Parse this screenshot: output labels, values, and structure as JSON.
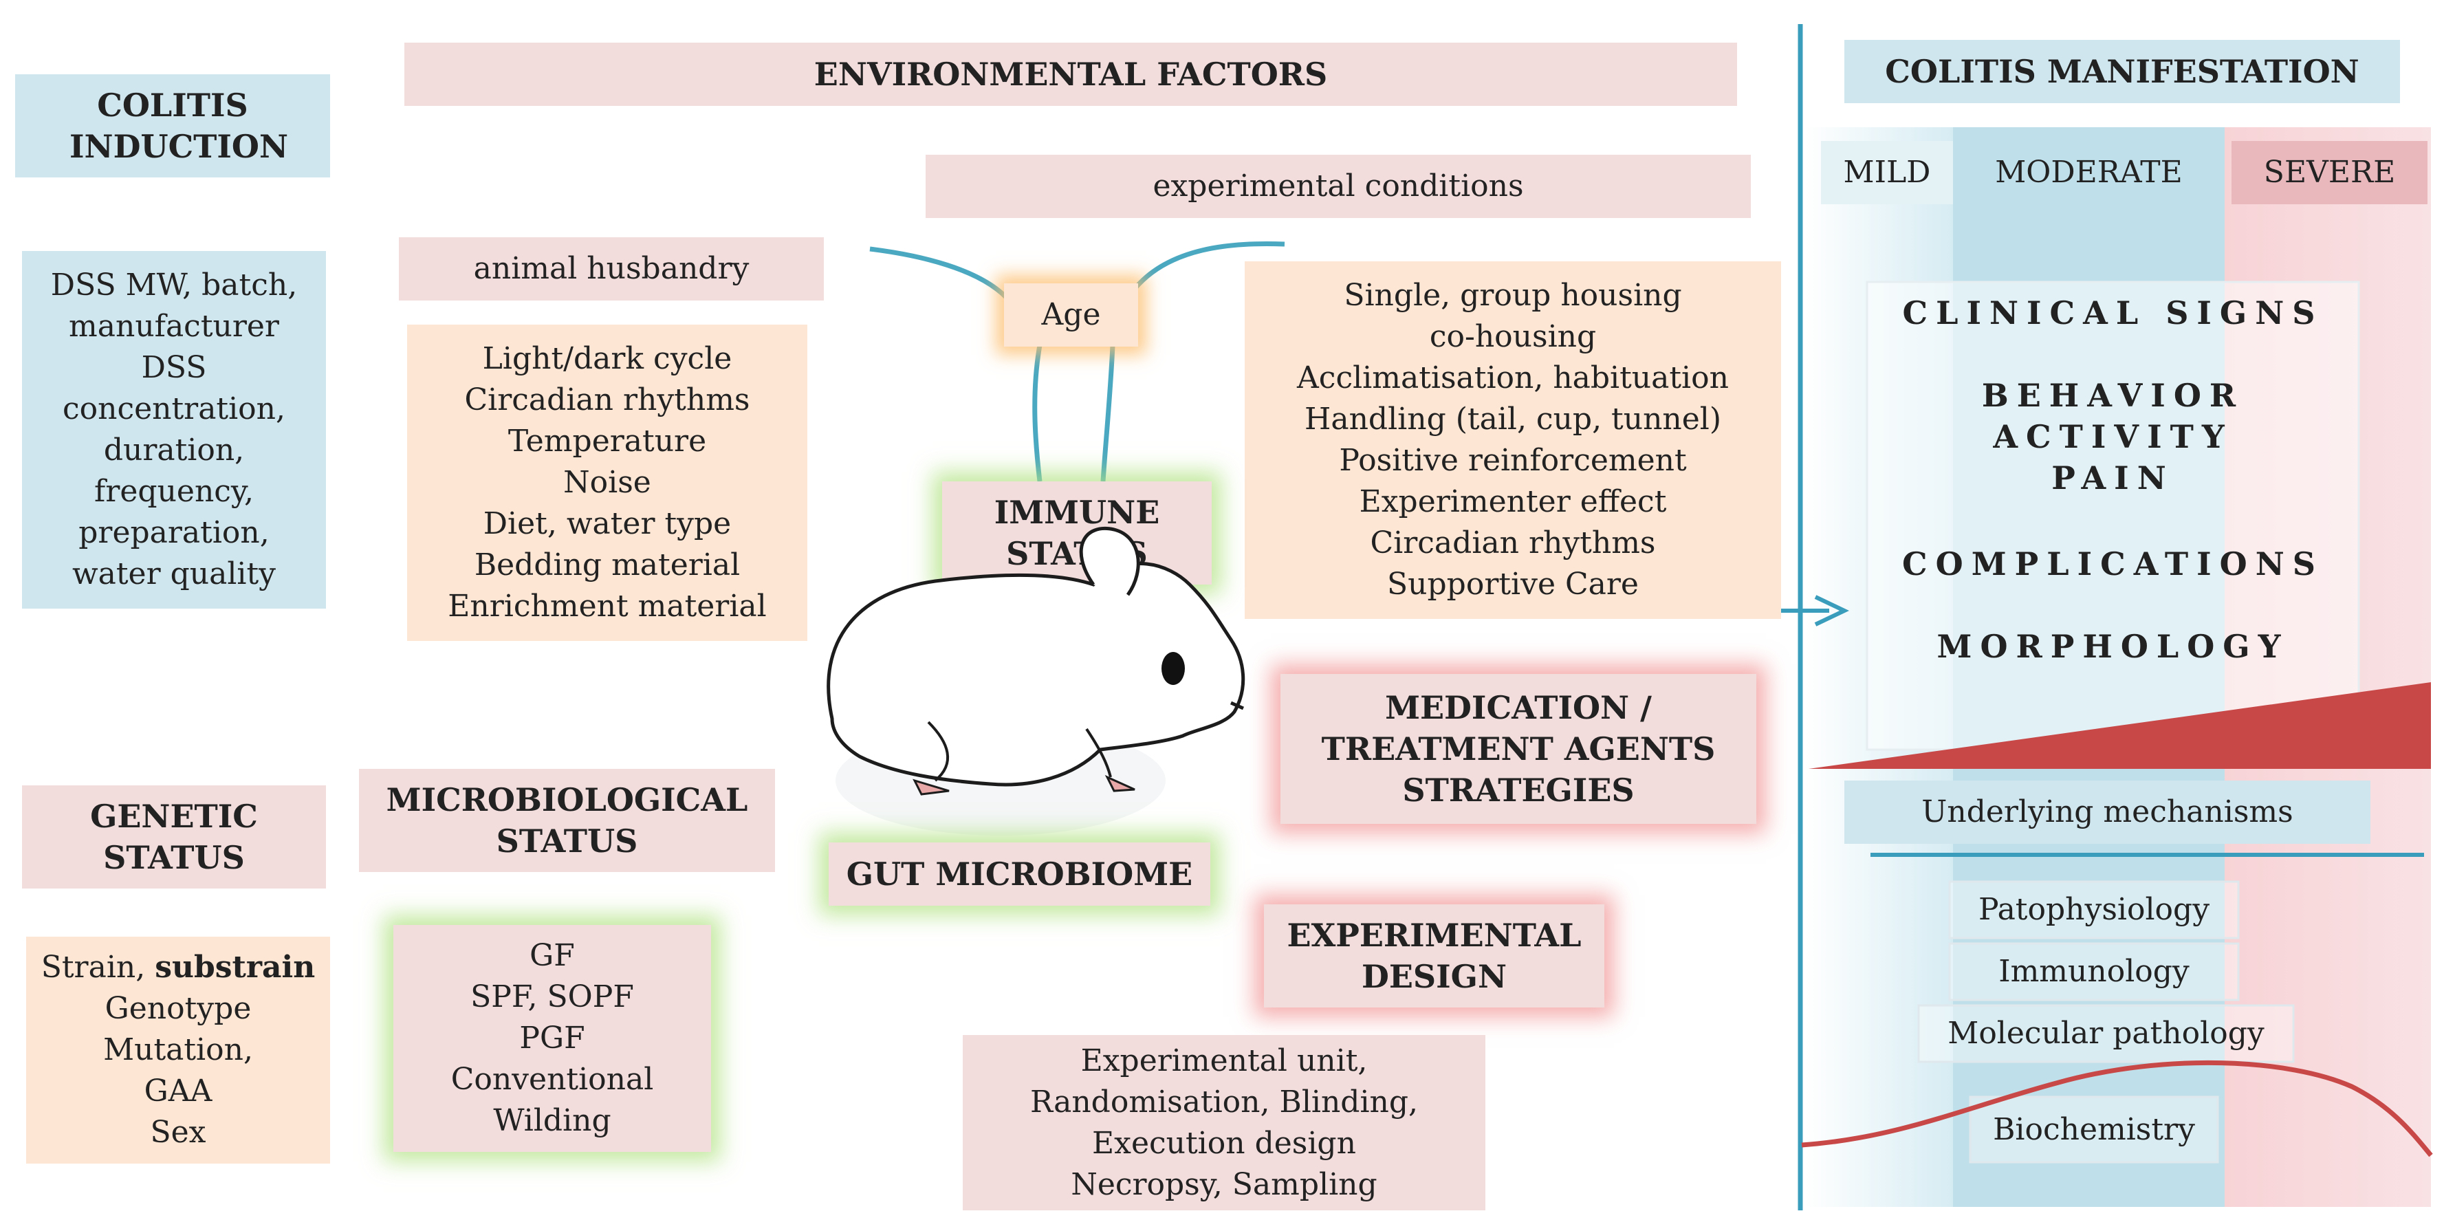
{
  "colitis_induction": {
    "title": "COLITIS INDUCTION",
    "items": [
      "DSS MW, batch,",
      "manufacturer",
      "DSS",
      "concentration,",
      "duration,",
      "frequency,",
      "preparation,",
      "water quality"
    ]
  },
  "environmental_factors": {
    "title": "ENVIRONMENTAL FACTORS"
  },
  "experimental_conditions": {
    "title": "experimental conditions",
    "items": [
      "Single, group housing",
      "co-housing",
      "Acclimatisation, habituation",
      "Handling (tail, cup, tunnel)",
      "Positive reinforcement",
      "Experimenter effect",
      "Circadian rhythms",
      "Supportive Care"
    ]
  },
  "animal_husbandry": {
    "title": "animal husbandry",
    "items": [
      "Light/dark cycle",
      "Circadian rhythms",
      "Temperature",
      "Noise",
      "Diet, water type",
      "Bedding material",
      "Enrichment material"
    ]
  },
  "age": {
    "label": "Age"
  },
  "immune_status": {
    "line1": "IMMUNE",
    "line2": "STATUS"
  },
  "gut_microbiome": {
    "label": "GUT MICROBIOME"
  },
  "medication": {
    "line1": "MEDICATION /",
    "line2": "TREATMENT AGENTS",
    "line3": "STRATEGIES"
  },
  "experimental_design": {
    "line1": "EXPERIMENTAL",
    "line2": "DESIGN",
    "items": [
      "Experimental unit,",
      "Randomisation, Blinding,",
      "Execution design",
      "Necropsy, Sampling"
    ]
  },
  "genetic_status": {
    "line1": "GENETIC",
    "line2": "STATUS",
    "strain_prefix": "Strain, ",
    "strain_bold": "substrain",
    "items": [
      "Genotype",
      "Mutation,",
      "GAA",
      "Sex"
    ]
  },
  "microbiological_status": {
    "line1": "MICROBIOLOGICAL",
    "line2": "STATUS",
    "items": [
      "GF",
      "SPF, SOPF",
      "PGF",
      "Conventional",
      "Wilding"
    ]
  },
  "colitis_manifestation": {
    "title": "COLITIS MANIFESTATION",
    "levels": {
      "mild": "MILD",
      "moderate": "MODERATE",
      "severe": "SEVERE"
    },
    "signs": [
      "CLINICAL SIGNS",
      "BEHAVIOR",
      "ACTIVITY",
      "PAIN",
      "COMPLICATIONS",
      "MORPHOLOGY"
    ],
    "underlying": "Underlying mechanisms",
    "mechanisms": [
      "Patophysiology",
      "Immunology",
      "Molecular pathology",
      "Biochemistry"
    ]
  },
  "colors": {
    "blue": "#cfe6ee",
    "pink": "#f2dcdc",
    "peach": "#fde6d4",
    "accent_line": "#3a9dbb",
    "severity_red": "#c84848"
  }
}
